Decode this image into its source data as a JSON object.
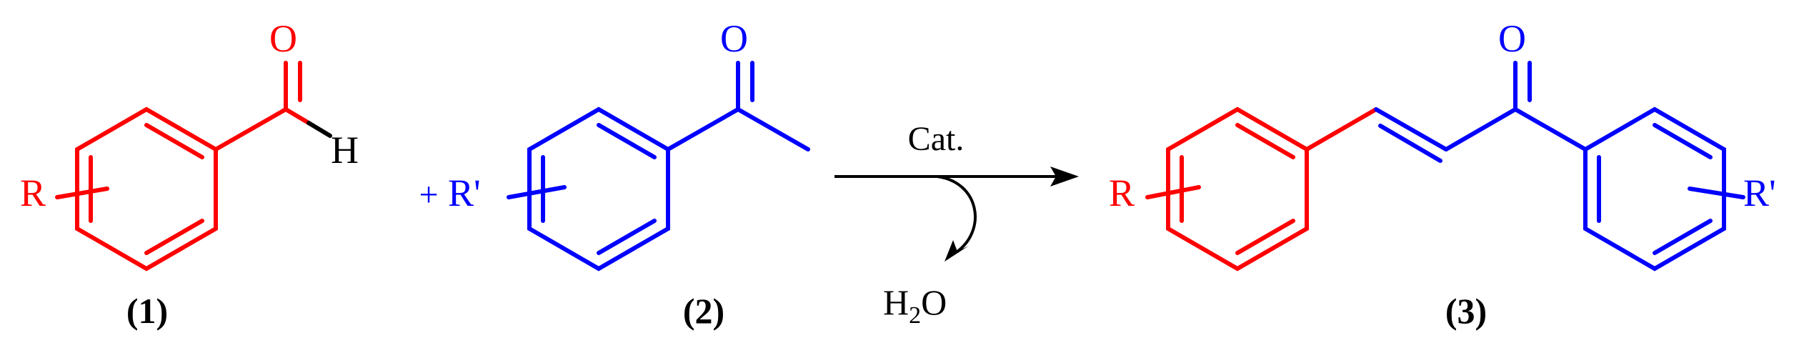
{
  "colors": {
    "red": "#ff0000",
    "blue": "#0000ff",
    "black": "#000000"
  },
  "compound1": {
    "substituent": "R",
    "carbonyl_atom": "O",
    "aldehyde_h": "H",
    "label_open": "(",
    "label_num": "1",
    "label_close": ")"
  },
  "plus": "+",
  "compound2": {
    "substituent": "R'",
    "carbonyl_atom": "O",
    "label_open": "(",
    "label_num": "2",
    "label_close": ")"
  },
  "reaction": {
    "catalyst": "Cat.",
    "byproduct_h": "H",
    "byproduct_sub": "2",
    "byproduct_o": "O"
  },
  "compound3": {
    "substituent_left": "R",
    "substituent_right": "R'",
    "carbonyl_atom": "O",
    "label_open": "(",
    "label_num": "3",
    "label_close": ")"
  }
}
